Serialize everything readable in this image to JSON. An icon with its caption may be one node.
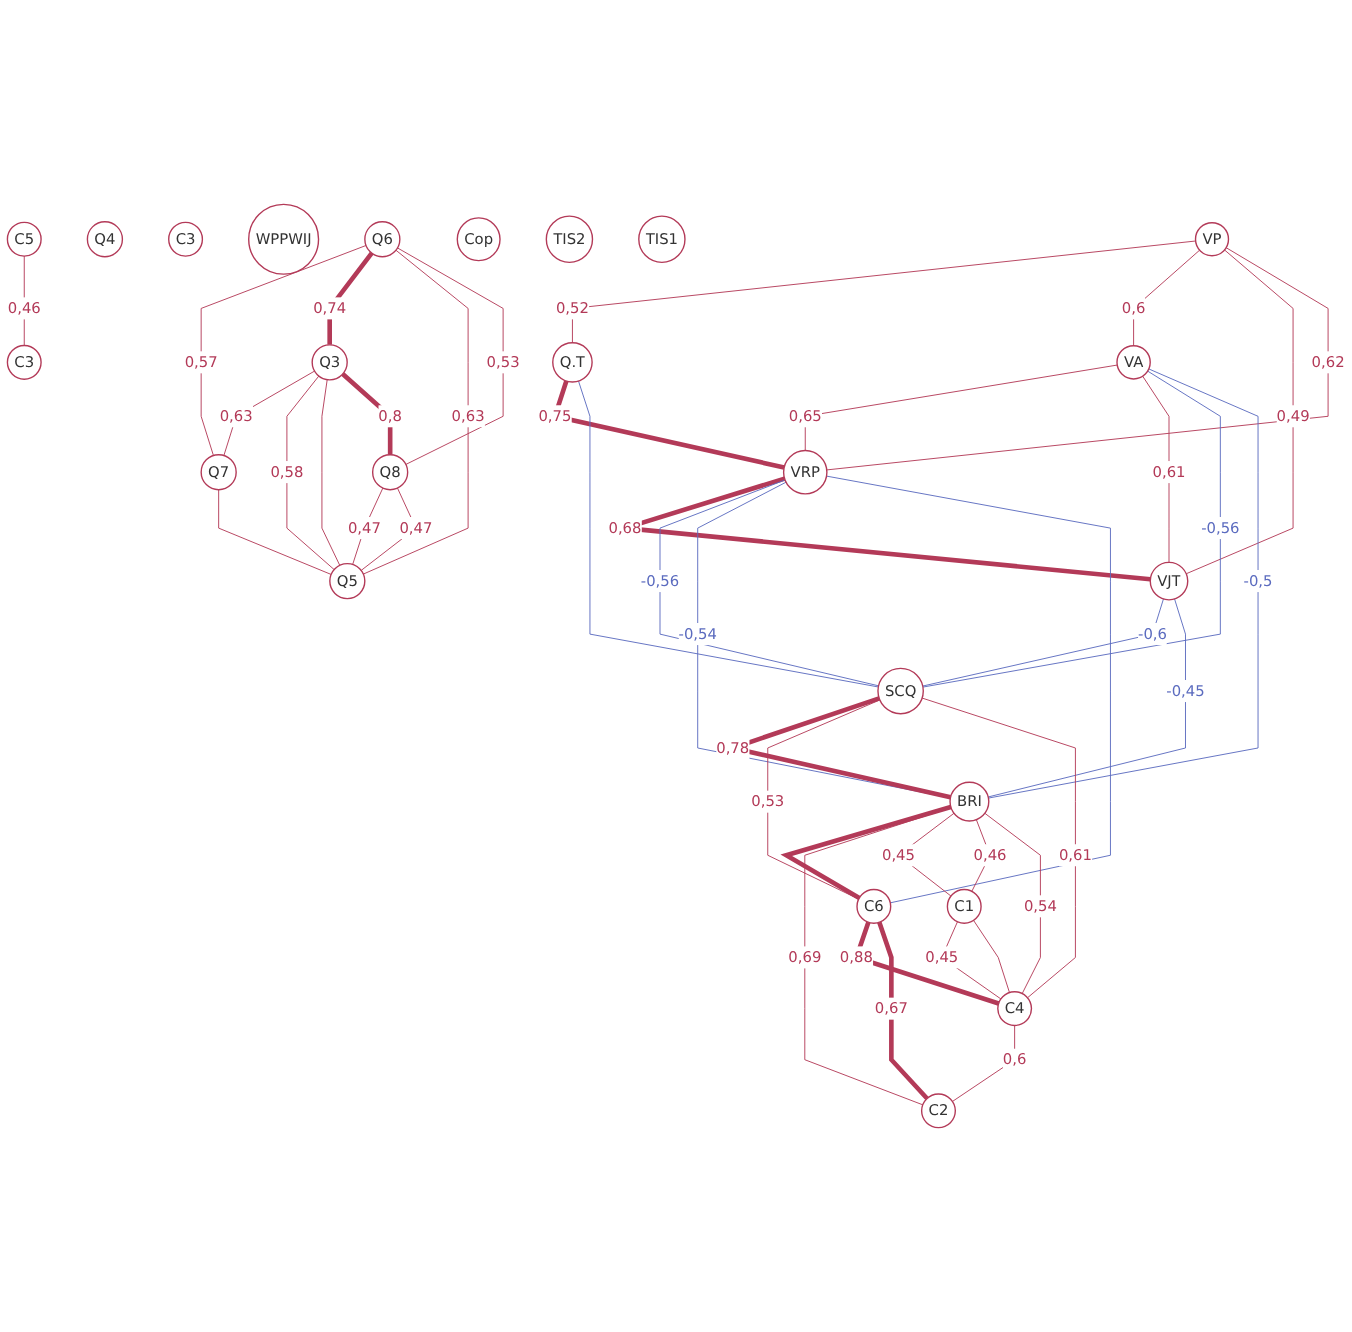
{
  "diagram": {
    "nodes": [
      {
        "text": [
          "C5"
        ]
      },
      {
        "text": [
          "Q4"
        ]
      },
      {
        "text": [
          "C3"
        ]
      },
      {
        "text": [
          "WPPWIJ"
        ]
      },
      {
        "text": [
          "C3"
        ]
      },
      {
        "text": [
          "VP"
        ]
      },
      {
        "text": [
          "Cop"
        ]
      },
      {
        "text": [
          "Q.T"
        ]
      },
      {
        "text": [
          "TIS2"
        ]
      },
      {
        "text": [
          "TIS1"
        ]
      },
      {
        "text": [
          "VA"
        ]
      },
      {
        "text": [
          "VRP"
        ]
      },
      {
        "text": [
          "Q6"
        ]
      },
      {
        "text": [
          "Q7"
        ]
      },
      {
        "text": [
          "VJT"
        ]
      },
      {
        "text": [
          "SCQ"
        ]
      },
      {
        "text": [
          "Q3"
        ]
      },
      {
        "text": [
          "BRI"
        ]
      },
      {
        "text": [
          "C6"
        ]
      },
      {
        "text": [
          "Q5"
        ]
      },
      {
        "text": [
          "C1"
        ]
      },
      {
        "text": [
          "Q8"
        ]
      },
      {
        "text": [
          "C4"
        ]
      },
      {
        "text": [
          "C2"
        ]
      }
    ],
    "edges": [
      {
        "from": 0,
        "to": 4,
        "arrow": "none",
        "label": "0,46"
      },
      {
        "from": 5,
        "to": 7,
        "arrow": "none",
        "label": "0,52"
      },
      {
        "from": 5,
        "to": 10,
        "arrow": "none",
        "label": "0,6"
      },
      {
        "from": 5,
        "to": 14,
        "arrow": "none",
        "label": "0,49"
      },
      {
        "from": 5,
        "to": 11,
        "arrow": "none",
        "label": "0,62"
      },
      {
        "from": 7,
        "to": 11,
        "arrow": "none",
        "label": "0,75",
        "style": "thick"
      },
      {
        "from": 10,
        "to": 11,
        "arrow": "none",
        "label": "0,65"
      },
      {
        "from": 10,
        "to": 14,
        "arrow": "none",
        "label": "0,61"
      },
      {
        "from": 11,
        "to": 14,
        "arrow": "none",
        "label": "0,68",
        "style": "thick"
      },
      {
        "from": 10,
        "to": 15,
        "arrow": "none",
        "label": "-0,56",
        "color": "#5b6bbf"
      },
      {
        "from": 11,
        "to": 15,
        "arrow": "none",
        "label": "-0,56",
        "color": "#5b6bbf"
      },
      {
        "from": 7,
        "to": 15,
        "arrow": "none",
        "color": "#5b6bbf"
      },
      {
        "from": 11,
        "to": 17,
        "arrow": "none",
        "label": "-0,54",
        "color": "#5b6bbf"
      },
      {
        "from": 11,
        "to": 18,
        "arrow": "none",
        "color": "#5b6bbf"
      },
      {
        "from": 14,
        "to": 15,
        "arrow": "none",
        "label": "-0,6",
        "color": "#5b6bbf"
      },
      {
        "from": 10,
        "to": 17,
        "arrow": "none",
        "label": "-0,5",
        "color": "#5b6bbf"
      },
      {
        "from": 14,
        "to": 17,
        "arrow": "none",
        "label": "-0,45",
        "color": "#5b6bbf"
      },
      {
        "from": 15,
        "to": 17,
        "arrow": "none",
        "label": "0,78",
        "style": "thick"
      },
      {
        "from": 15,
        "to": 18,
        "arrow": "none",
        "label": "0,53"
      },
      {
        "from": 17,
        "to": 18,
        "arrow": "none",
        "style": "thick"
      },
      {
        "from": 17,
        "to": 23,
        "arrow": "none",
        "label": "0,69"
      },
      {
        "from": 15,
        "to": 22,
        "arrow": "none",
        "label": "0,61"
      },
      {
        "from": 18,
        "to": 22,
        "arrow": "none",
        "label": "0,88",
        "style": "thick"
      },
      {
        "from": 18,
        "to": 23,
        "arrow": "none",
        "label": "0,67",
        "style": "thick"
      },
      {
        "from": 17,
        "to": 20,
        "arrow": "none",
        "label": "0,45"
      },
      {
        "from": 17,
        "to": 20,
        "arrow": "none",
        "label": "0,46"
      },
      {
        "from": 17,
        "to": 22,
        "arrow": "none",
        "label": "0,54"
      },
      {
        "from": 20,
        "to": 22,
        "arrow": "none",
        "label": "0,45"
      },
      {
        "from": 20,
        "to": 22,
        "arrow": "none"
      },
      {
        "from": 22,
        "to": 23,
        "arrow": "none",
        "label": "0,6"
      },
      {
        "from": 12,
        "to": 13,
        "arrow": "none",
        "label": "0,57"
      },
      {
        "from": 12,
        "to": 16,
        "arrow": "none",
        "label": "0,74",
        "style": "thick"
      },
      {
        "from": 16,
        "to": 13,
        "arrow": "none",
        "label": "0,63"
      },
      {
        "from": 12,
        "to": 19,
        "arrow": "none",
        "label": "0,63"
      },
      {
        "from": 16,
        "to": 19,
        "arrow": "none",
        "label": "0,58"
      },
      {
        "from": 16,
        "to": 19,
        "arrow": "none"
      },
      {
        "from": 13,
        "to": 19,
        "arrow": "none"
      },
      {
        "from": 12,
        "to": 21,
        "arrow": "none",
        "label": "0,53"
      },
      {
        "from": 16,
        "to": 21,
        "arrow": "none",
        "label": "0,8",
        "style": "thick"
      },
      {
        "from": 21,
        "to": 19,
        "arrow": "none",
        "label": "0,47"
      },
      {
        "from": 21,
        "to": 19,
        "arrow": "none",
        "label": "0,47"
      }
    ]
  }
}
